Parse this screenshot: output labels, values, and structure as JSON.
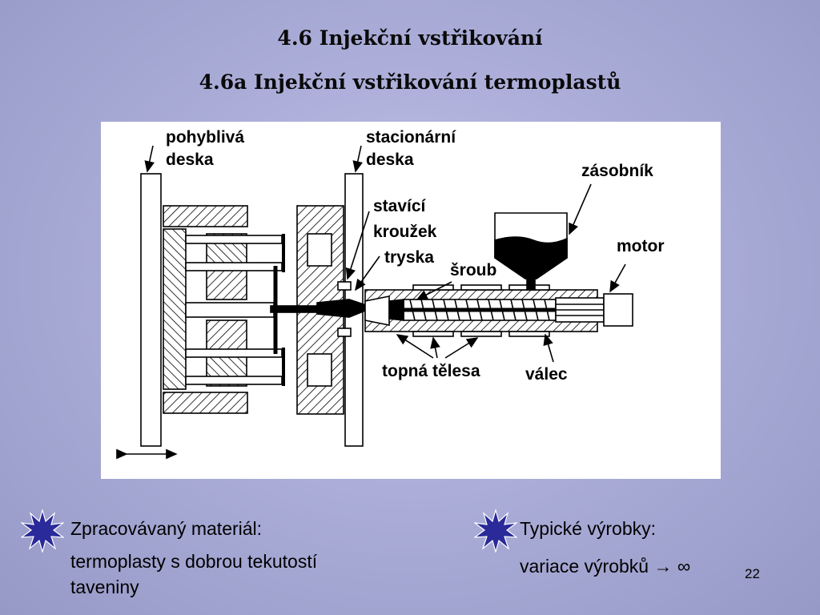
{
  "slide": {
    "title": "4.6 Injekční vstřikování",
    "subtitle": "4.6a Injekční vstřikování termoplastů",
    "page_number": "22"
  },
  "diagram": {
    "labels": {
      "moving_plate_1": "pohyblivá",
      "moving_plate_2": "deska",
      "stationary_plate_1": "stacionární",
      "stationary_plate_2": "deska",
      "hopper": "zásobník",
      "locating_ring_1": "stavící",
      "locating_ring_2": "kroužek",
      "nozzle": "tryska",
      "screw": "šroub",
      "motor": "motor",
      "heaters": "topná tělesa",
      "barrel": "válec"
    }
  },
  "bullets": {
    "left_heading": "Zpracovávaný materiál:",
    "left_text_1": "termoplasty s dobrou tekutostí",
    "left_text_2": "taveniny",
    "right_heading": "Typické výrobky:",
    "right_text": "variace výrobků → ∞"
  },
  "colors": {
    "background": "#aeb0db",
    "bullet_fill": "#2a2a9a"
  },
  "icons": {
    "bullet": "starburst-icon"
  }
}
